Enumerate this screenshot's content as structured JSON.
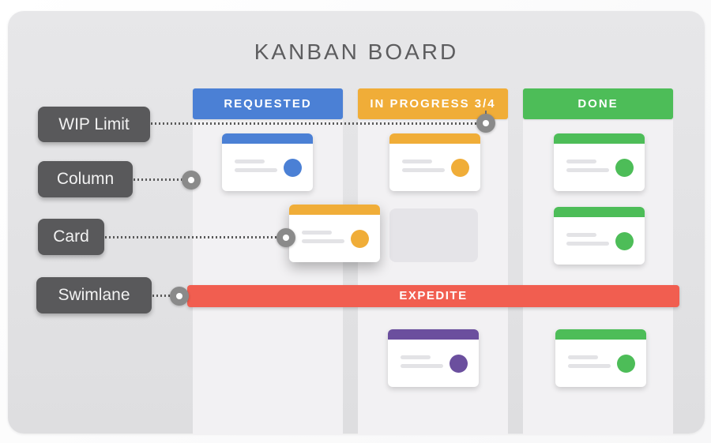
{
  "title": "KANBAN BOARD",
  "columns": [
    {
      "header": "REQUESTED",
      "header_color": "#4b80d5"
    },
    {
      "header": "IN PROGRESS 3/4",
      "header_color": "#f0ad38"
    },
    {
      "header": "DONE",
      "header_color": "#4dbd58"
    }
  ],
  "swimlane": {
    "label": "EXPEDITE",
    "color": "#f15e50"
  },
  "annotations": [
    {
      "label": "WIP Limit"
    },
    {
      "label": "Column"
    },
    {
      "label": "Card"
    },
    {
      "label": "Swimlane"
    }
  ],
  "cards": {
    "requested_above_lane": [
      {
        "accent": "blue"
      }
    ],
    "floating_dragged_card": {
      "accent": "yellow"
    },
    "in_progress_above_lane": [
      {
        "accent": "yellow"
      },
      {
        "accent": "ghost-placeholder"
      }
    ],
    "in_progress_below_lane": [
      {
        "accent": "purple"
      }
    ],
    "done_above_lane": [
      {
        "accent": "green"
      },
      {
        "accent": "green"
      }
    ],
    "done_below_lane": [
      {
        "accent": "green"
      }
    ]
  },
  "colors": {
    "blue": "#4b80d5",
    "yellow": "#f0ad38",
    "green": "#4dbd58",
    "red": "#f15e50",
    "purple": "#6b4f9e",
    "label_bg": "#59595b",
    "panel_bg": "#f2f1f3",
    "ghost_card": "#e5e4e8",
    "card_line": "#e3e3e6",
    "marker": "#8a8a8a",
    "title_text": "#5d5d5f"
  }
}
